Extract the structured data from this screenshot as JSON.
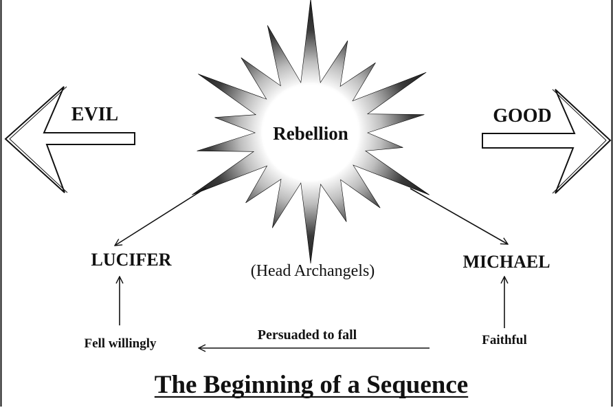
{
  "title": "The Beginning of a Sequence",
  "center": {
    "label": "Rebellion"
  },
  "direction_left": {
    "label": "EVIL"
  },
  "direction_right": {
    "label": "GOOD"
  },
  "nodes": {
    "lucifer": {
      "label": "LUCIFER",
      "sublabel": "Fell willingly"
    },
    "michael": {
      "label": "MICHAEL",
      "sublabel": "Faithful"
    }
  },
  "group_label": "(Head Archangels)",
  "edge_label": "Persuaded to fall",
  "colors": {
    "ink": "#111111",
    "background": "#ffffff",
    "burst_dark": "#0a0a0a",
    "burst_light": "#ffffff"
  }
}
